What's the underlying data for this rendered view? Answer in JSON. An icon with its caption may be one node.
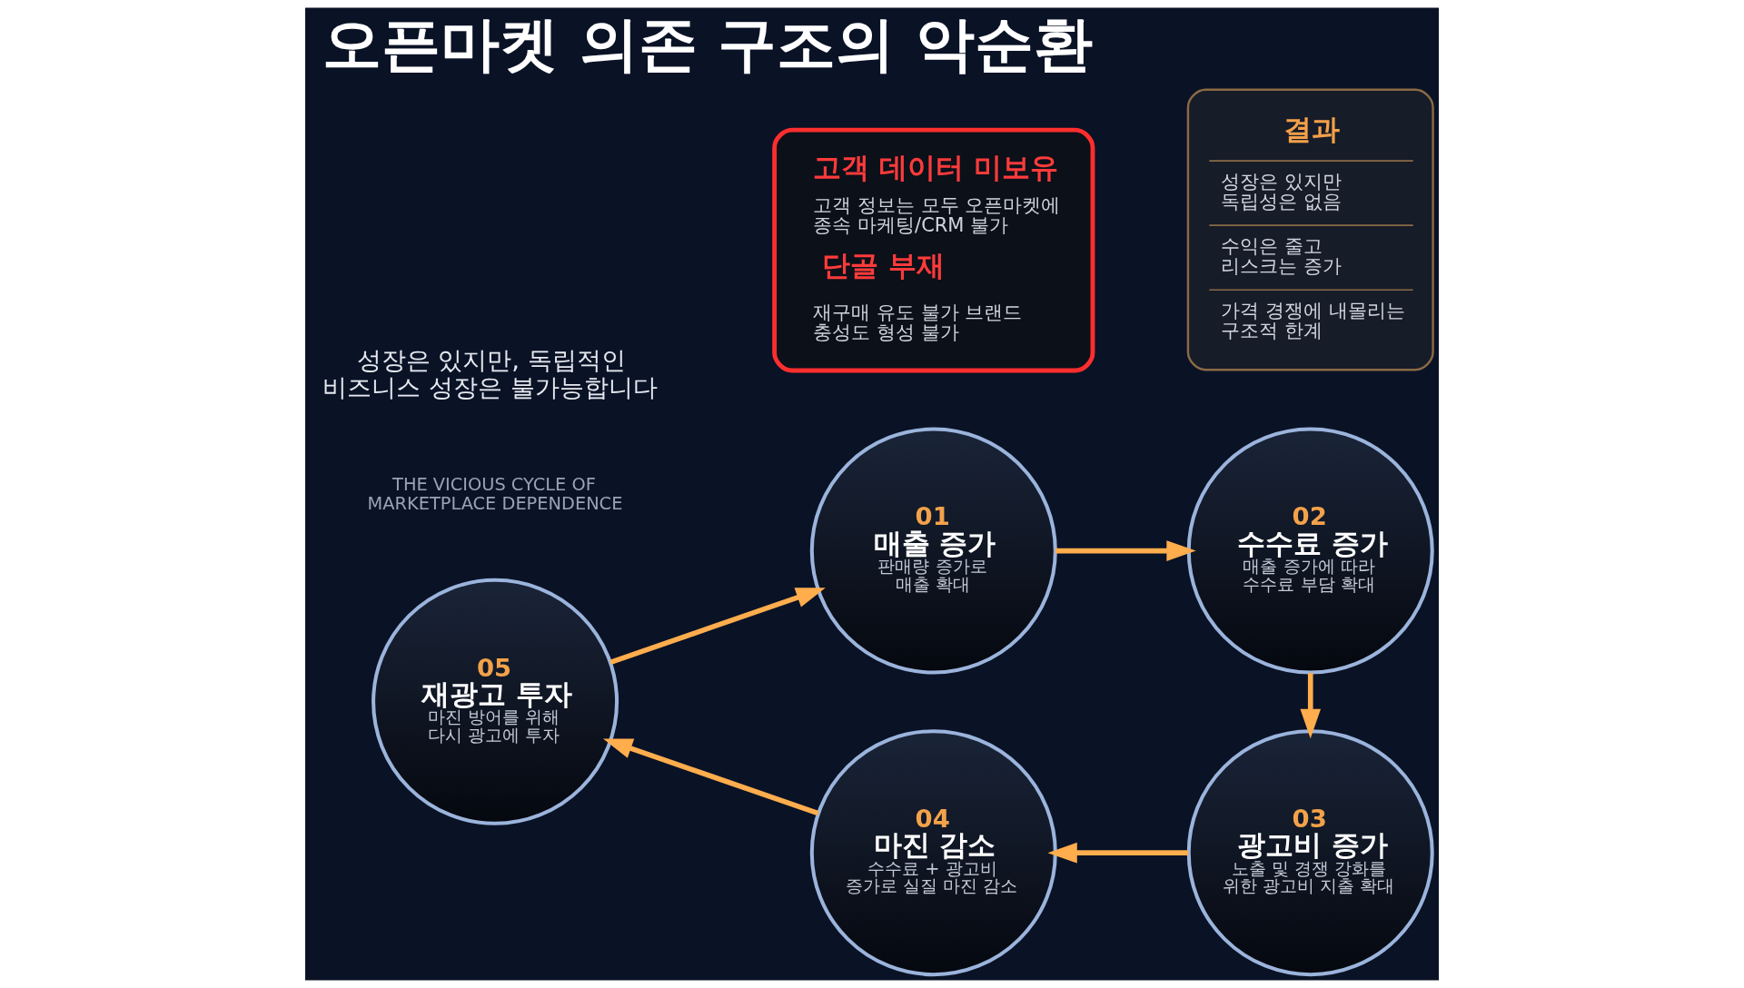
{
  "diagram": {
    "title": "오픈마켓 의존 구조의 악순환",
    "nodes": [
      {
        "text": [
          "01",
          "매출 증가",
          "판매량 증가로 매출 확대"
        ]
      },
      {
        "text": [
          "02",
          "수수료 증가",
          "매출 증가에 따라 수수료 부담 확대"
        ]
      },
      {
        "text": [
          "03",
          "광고비 증가",
          "노출 및 경쟁 강화를 위한 광고비 지출 확대"
        ]
      },
      {
        "text": [
          "04",
          "마진 감소",
          "수수료 + 광고비 증가로 실질 마진 감소"
        ]
      },
      {
        "text": [
          "05",
          "재광고 투자",
          "마진 방어를 위해 다시 광고에 투자"
        ]
      },
      {
        "text": [
          "고객 데이터 미보유",
          "고객 정보는 모두 오픈마켓에 종속 마케팅/CRM 불가",
          "단골 부재",
          "재구매 유도 불가 브랜드 충성도 형성 불가"
        ]
      },
      {
        "text": [
          "결과",
          "성장은 있지만 독립성은 없음",
          "수익은 줄고 리스크는 증가",
          "가격 경쟁에 내몰리는 구조적 한계"
        ]
      }
    ],
    "edges": [
      {
        "from": 0,
        "to": 1,
        "arrow": "to"
      },
      {
        "from": 1,
        "to": 2,
        "arrow": "to"
      },
      {
        "from": 2,
        "to": 3,
        "arrow": "to"
      },
      {
        "from": 3,
        "to": 4,
        "arrow": "to"
      },
      {
        "from": 4,
        "to": 0,
        "arrow": "to"
      }
    ],
    "labels": [
      "성장은 있지만, 독립적인 비즈니스 성장은 불가능합니다",
      "THE VICIOUS CYCLE OF MARKETPLACE DEPENDENCE"
    ]
  }
}
